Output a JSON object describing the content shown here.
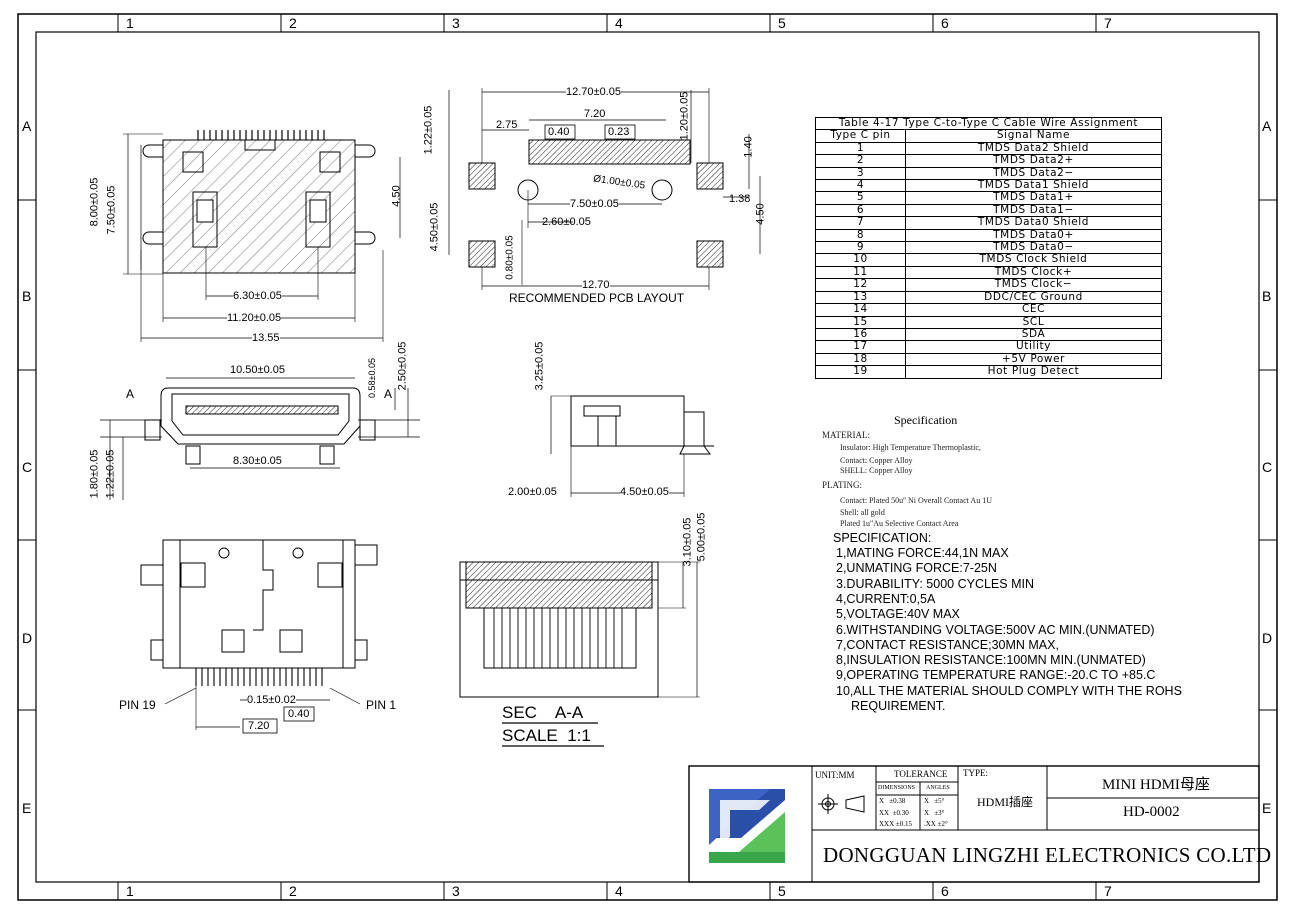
{
  "grid": {
    "columns": [
      "1",
      "2",
      "3",
      "4",
      "5",
      "6",
      "7"
    ],
    "rows": [
      "A",
      "B",
      "C",
      "D",
      "E"
    ]
  },
  "top_view": {
    "dims": [
      "8.00±0.05",
      "7.50±0.05",
      "4.50",
      "6.30±0.05",
      "11.20±0.05",
      "13.55"
    ]
  },
  "pcb_layout": {
    "dims": [
      "12.70±0.05",
      "7.20",
      "2.75",
      "0.40",
      "0.23",
      "1.22±0.05",
      "1.20±0.05",
      "1.40",
      "Ø1.00±0.05",
      "7.50±0.05",
      "1.38",
      "4.50±0.05",
      "2.60±0.05",
      "4.50",
      "0.80±0.05",
      "12.70"
    ],
    "caption": "RECOMMENDED PCB LAYOUT"
  },
  "front_view": {
    "dims": [
      "10.50±0.05",
      "0.58±0.05",
      "2.50±0.05",
      "A",
      "A",
      "8.30±0.05",
      "1.80±0.05",
      "1.22±0.05"
    ]
  },
  "side_view": {
    "dims": [
      "3.25±0.05",
      "2.00±0.05",
      "4.50±0.05"
    ]
  },
  "bottom_view": {
    "pin19": "PIN 19",
    "pin1": "PIN 1",
    "dims": [
      "0.15±0.02",
      "0.40",
      "7.20"
    ]
  },
  "section": {
    "dims": [
      "3.10±0.05",
      "5.00±0.05"
    ],
    "label1": "SEC    A-A",
    "label2": "SCALE  1:1"
  },
  "pin_table": {
    "caption": "Table 4-17 Type C-to-Type C Cable Wire Assignment",
    "header": [
      "Type C pin",
      "Signal Name"
    ],
    "rows": [
      [
        "1",
        "TMDS Data2 Shield"
      ],
      [
        "2",
        "TMDS Data2+"
      ],
      [
        "3",
        "TMDS Data2−"
      ],
      [
        "4",
        "TMDS Data1 Shield"
      ],
      [
        "5",
        "TMDS Data1+"
      ],
      [
        "6",
        "TMDS Data1−"
      ],
      [
        "7",
        "TMDS Data0 Shield"
      ],
      [
        "8",
        "TMDS Data0+"
      ],
      [
        "9",
        "TMDS Data0−"
      ],
      [
        "10",
        "TMDS Clock Shield"
      ],
      [
        "11",
        "TMDS Clock+"
      ],
      [
        "12",
        "TMDS Clock−"
      ],
      [
        "13",
        "DDC/CEC Ground"
      ],
      [
        "14",
        "CEC"
      ],
      [
        "15",
        "SCL"
      ],
      [
        "16",
        "SDA"
      ],
      [
        "17",
        "Utility"
      ],
      [
        "18",
        "+5V Power"
      ],
      [
        "19",
        "Hot Plug Detect"
      ]
    ]
  },
  "spec_small": {
    "title": "Specification",
    "material": "MATERIAL:",
    "insulator": "Insulator: High Temperature Thermoplastic,",
    "contact": "Contact: Copper Alloy",
    "shell": "SHELL: Copper Alloy",
    "plating": "PLATING:",
    "plating_contact": "Contact: Plated 50u'' Ni Overall Contact Au 1U",
    "plating_shell": "Shell: all gold",
    "plating_area": "Plated 1u\"Au Selective Contact Area"
  },
  "specification": {
    "title": "SPECIFICATION:",
    "items": [
      "1,MATING FORCE:44,1N MAX",
      "2,UNMATING FORCE:7-25N",
      "3.DURABILITY: 5000 CYCLES MIN",
      "4,CURRENT:0,5A",
      "5,VOLTAGE:40V MAX",
      "6.WITHSTANDING VOLTAGE:500V AC MIN.(UNMATED)",
      "7,CONTACT RESISTANCE;30MN MAX,",
      "8,INSULATION RESISTANCE:100MN MIN.(UNMATED)",
      "9,OPERATING TEMPERATURE RANGE:-20.C TO +85.C",
      "10,ALL THE MATERIAL SHOULD COMPLY WITH THE ROHS",
      "REQUIREMENT."
    ]
  },
  "title_block": {
    "unit": "UNIT:MM",
    "tolerance": "TOLERANCE",
    "dimensions": "DIMENSIONS",
    "angles": "ANGLES",
    "tol_rows": [
      [
        "X   ±0.38",
        "X   ±5°"
      ],
      [
        "XX  ±0.30",
        "X   ±3°"
      ],
      [
        "XXX ±0.15",
        ".XX ±2°"
      ]
    ],
    "type_label": "TYPE:",
    "type_value": "HDMI插座",
    "product_name": "MINI HDMI母座",
    "part_number": "HD-0002",
    "company": "DONGGUAN LINGZHI ELECTRONICS CO.LTD",
    "logo_colors": [
      "#2a4fa8",
      "#3aa64a"
    ]
  }
}
